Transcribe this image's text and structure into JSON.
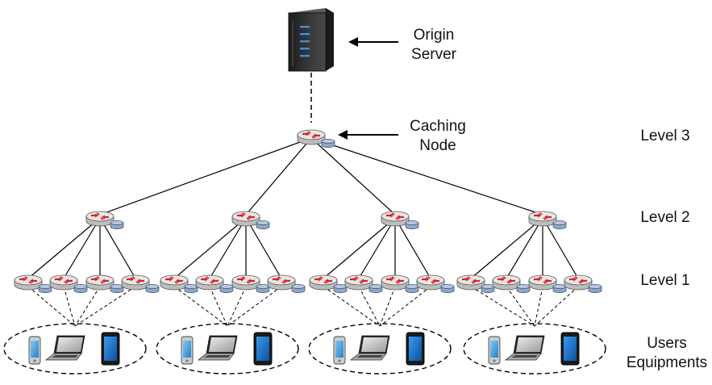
{
  "labels": {
    "origin_server": [
      "Origin",
      "Server"
    ],
    "caching_node": [
      "Caching",
      "Node"
    ],
    "level3": "Level 3",
    "level2": "Level 2",
    "level1": "Level 1",
    "users_equipments": [
      "Users",
      "Equipments"
    ]
  },
  "topology": {
    "level2_nodes": 4,
    "level1_per_level2": 4,
    "user_device_groups": 4,
    "devices_per_group": [
      "smartphone",
      "laptop",
      "tablet"
    ]
  },
  "colors": {
    "router_body": "#e6e6e6",
    "router_arrows": "#e02020",
    "cache_disk": "#8fa6c8",
    "server_body": "#2e2e2e",
    "server_lights": "#3b8fe0",
    "lines": "#000000"
  },
  "icons": {
    "server": "server-icon",
    "router": "router-icon",
    "cache": "cache-disk-icon",
    "phone": "smartphone-icon",
    "laptop": "laptop-icon",
    "tablet": "tablet-icon",
    "arrow": "arrow-left-icon"
  }
}
